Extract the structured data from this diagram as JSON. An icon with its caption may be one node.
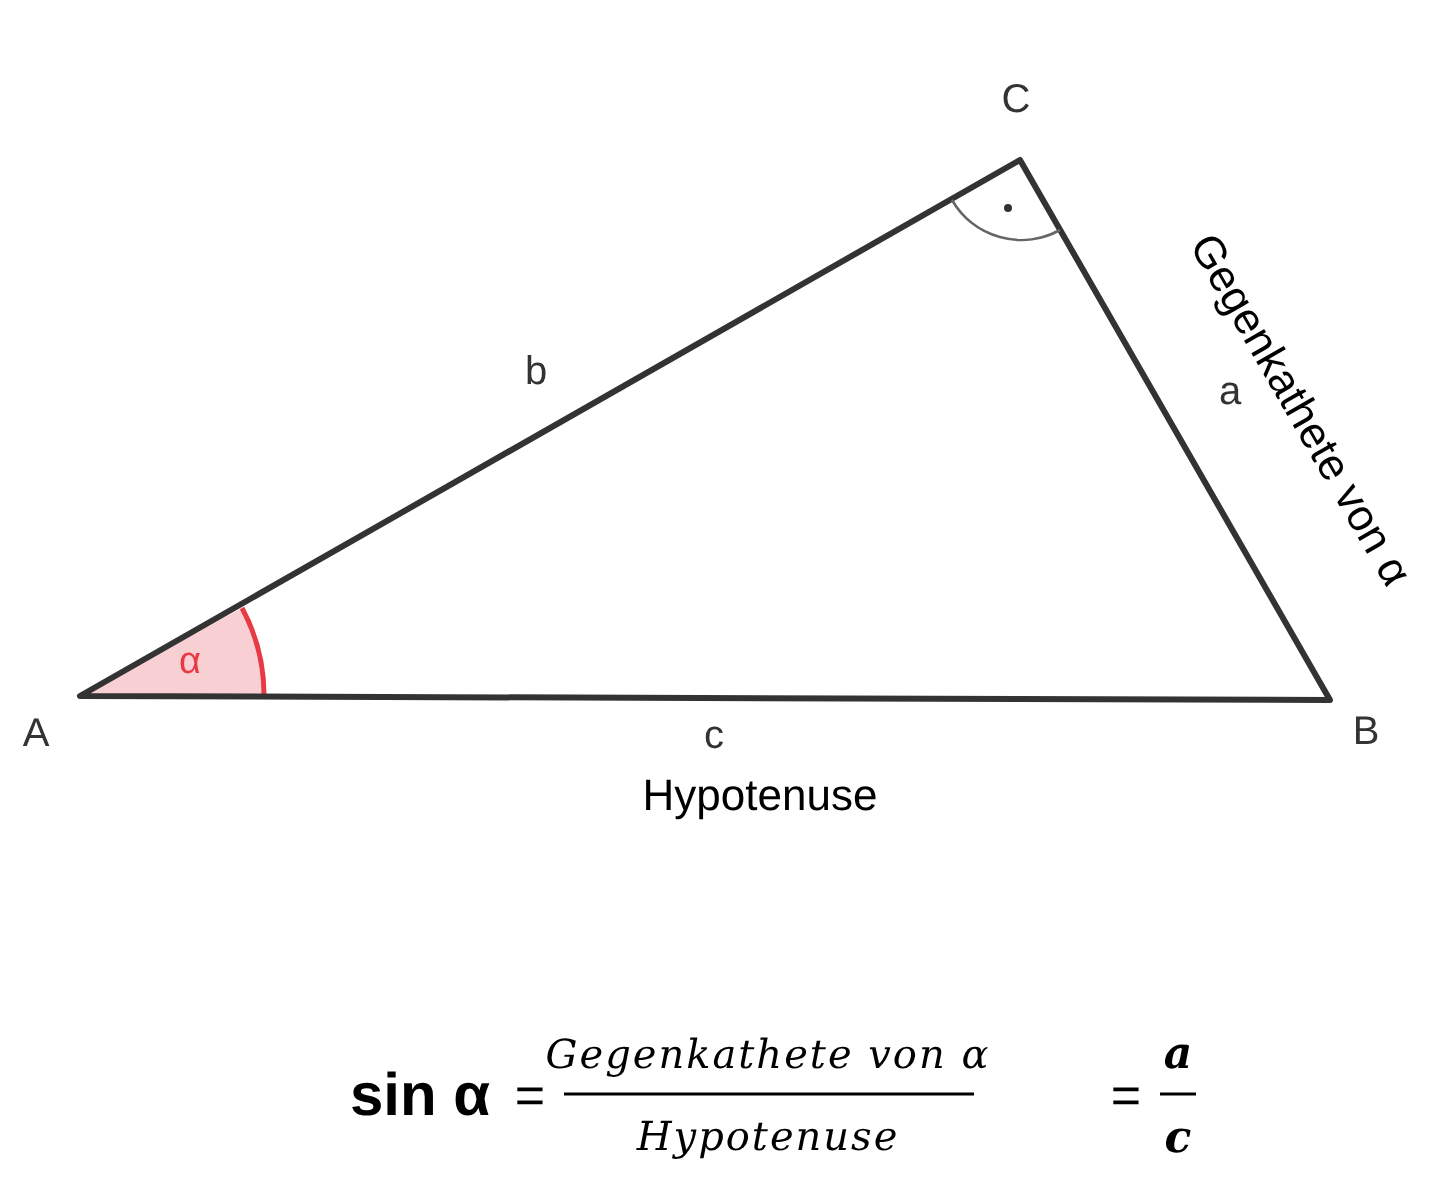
{
  "diagram": {
    "labels": [
      "C",
      "b",
      "a",
      "Gegenkathete von α",
      "α",
      "A",
      "c",
      "B",
      "Hypotenuse",
      "sin α",
      "=",
      "Gegenkathete von α",
      "Hypotenuse",
      "=",
      "a",
      "c"
    ]
  }
}
